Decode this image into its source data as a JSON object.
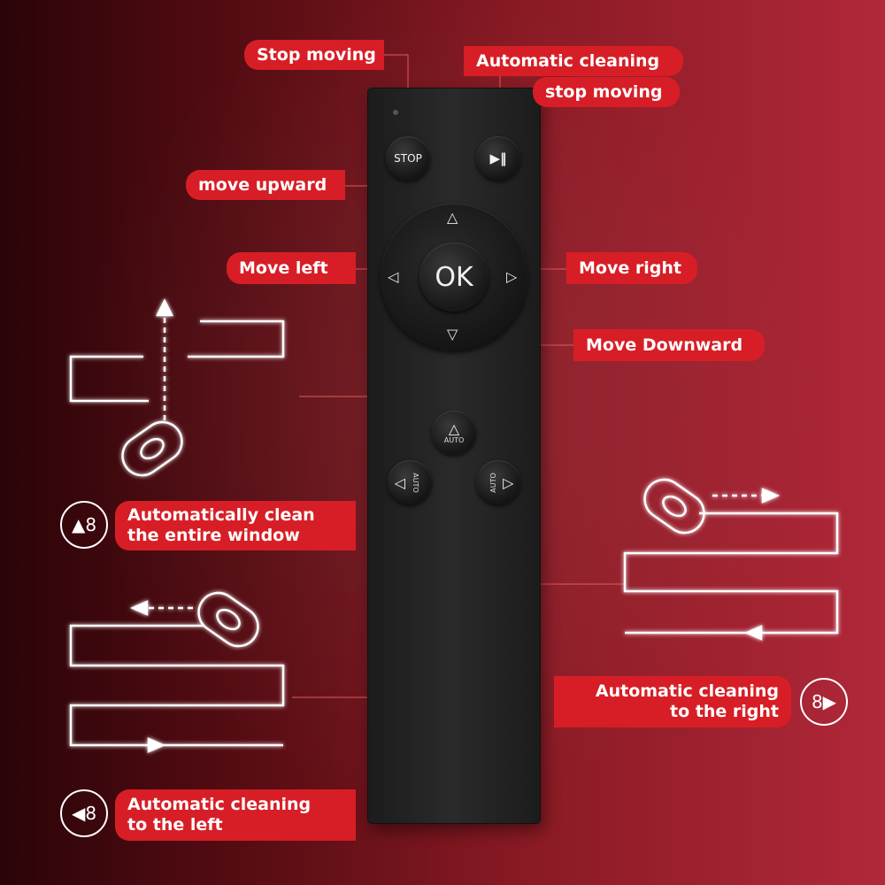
{
  "labels": {
    "stop_moving": "Stop moving",
    "auto_cleaning": "Automatic cleaning",
    "stop_moving_2": "stop moving",
    "move_upward": "move upward",
    "move_left": "Move left",
    "move_right": "Move right",
    "move_downward": "Move Downward",
    "auto_clean_window_1": "Automatically clean",
    "auto_clean_window_2": "the entire window",
    "auto_right_1": "Automatic cleaning",
    "auto_right_2": "to the right",
    "auto_left_1": "Automatic cleaning",
    "auto_left_2": "to the left"
  },
  "remote": {
    "stop_label": "STOP",
    "play_pause_symbol": "▶‖",
    "ok_label": "OK",
    "auto_label": "AUTO",
    "up_arrow": "△",
    "down_arrow": "▽",
    "left_arrow": "◁",
    "right_arrow": "▷"
  },
  "icons": {
    "up_mode": "▲8",
    "left_mode": "◀8",
    "right_mode": "8▶"
  },
  "colors": {
    "accent": "#d71e26",
    "remote": "#222222"
  }
}
